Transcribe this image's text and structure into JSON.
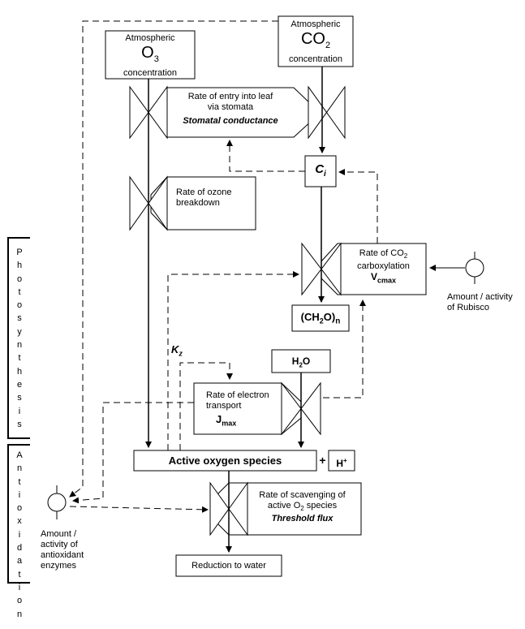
{
  "o3_box": {
    "line1": "Atmospheric",
    "symbol": "O",
    "sub": "3",
    "line3": "concentration"
  },
  "co2_box": {
    "line1": "Atmospheric",
    "symbol": "CO",
    "sub": "2",
    "line3": "concentration"
  },
  "stomata_box": {
    "line1": "Rate of entry into leaf",
    "line2": "via stomata",
    "line3": "Stomatal  conductance"
  },
  "ci_box": {
    "symbol": "C",
    "sub": "i"
  },
  "ozone_box": {
    "line1": "Rate of ozone",
    "line2": "breakdown"
  },
  "carbox_box": {
    "line1a": "Rate of CO",
    "line1sub": "2",
    "line2": "carboxylation",
    "symbol": "V",
    "sub": "cmax"
  },
  "rubisco_label": {
    "line1": "Amount / activity",
    "line2": "of Rubisco"
  },
  "ch2o_box": {
    "a": "(CH",
    "sub1": "2",
    "b": "O)",
    "sub2": "n"
  },
  "kz_label": {
    "symbol": "K",
    "sub": "z"
  },
  "h2o_box": {
    "a": "H",
    "sub": "2",
    "b": "O"
  },
  "electron_box": {
    "line1": "Rate of electron",
    "line2": "transport",
    "symbol": "J",
    "sub": "max"
  },
  "aos_box": {
    "label": "Active  oxygen  species"
  },
  "plus_sign": "+",
  "hplus_box": {
    "symbol": "H",
    "sup": "+"
  },
  "scav_box": {
    "line1": "Rate of scavenging of",
    "line2a": "active O",
    "line2sub": "2",
    "line2b": " species",
    "line3": "Threshold flux"
  },
  "reduction_box": {
    "label": "Reduction to water"
  },
  "antiox_label": {
    "line1": "Amount /",
    "line2": "activity of",
    "line3": "antioxidant",
    "line4": "enzymes"
  },
  "side_labels": {
    "photosynthesis": "Photosynthesis",
    "antioxidation": "Antioxidation"
  }
}
